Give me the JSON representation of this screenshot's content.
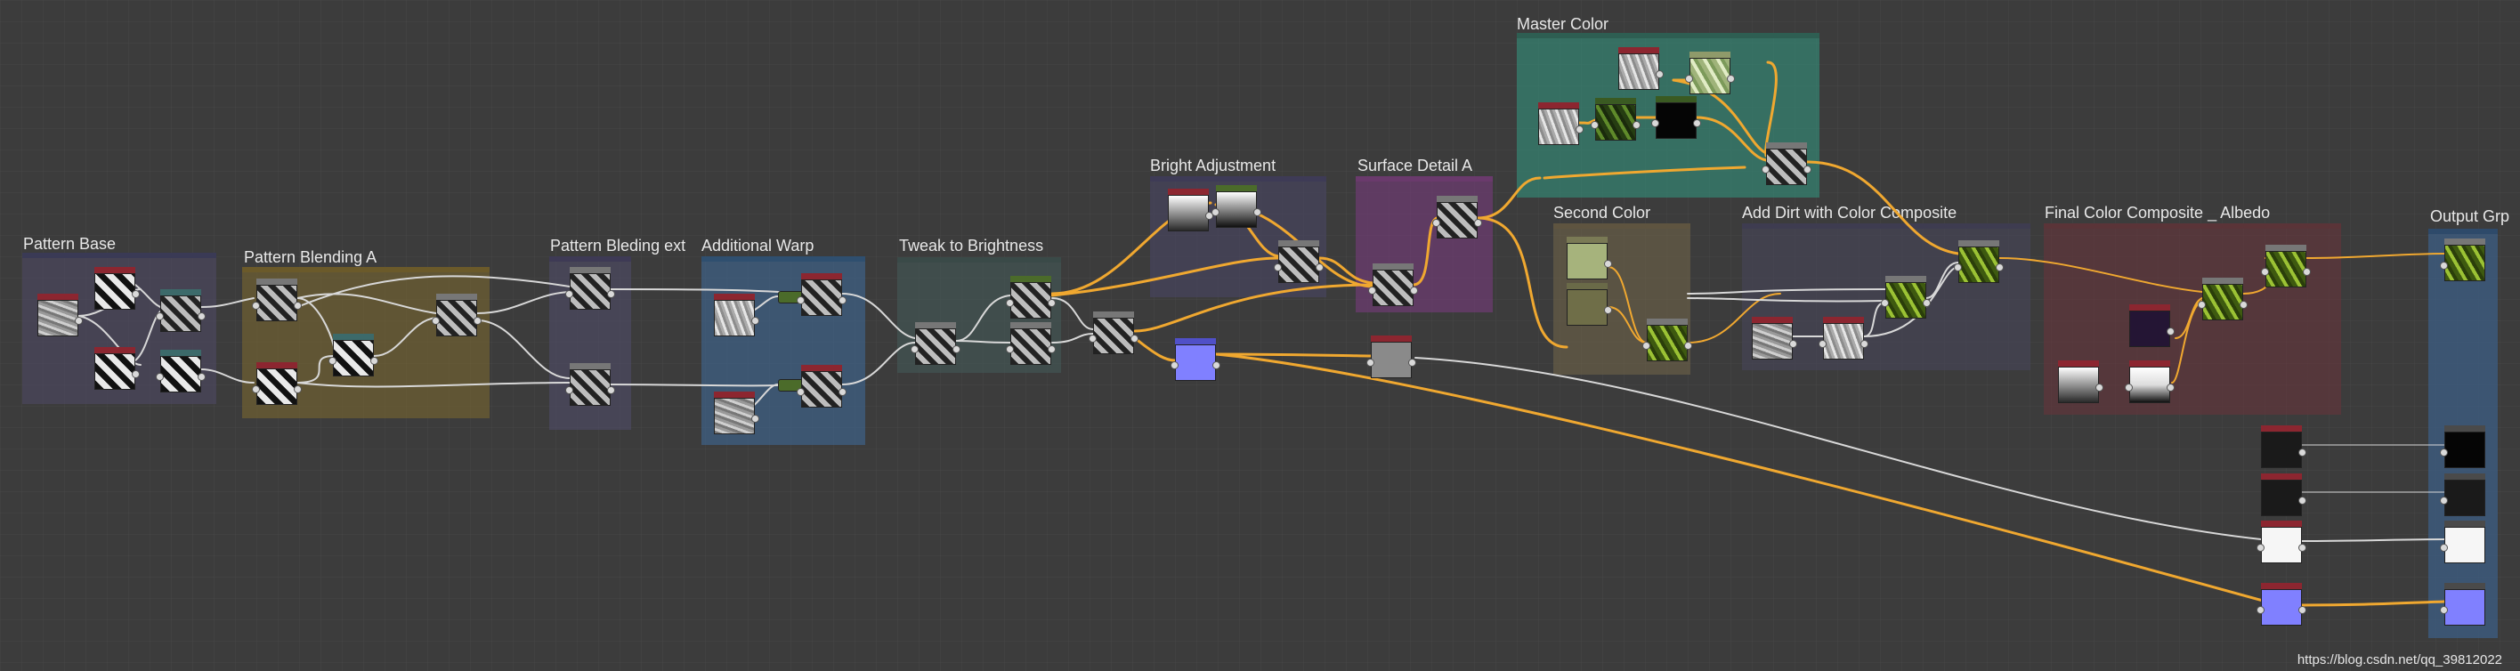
{
  "frames": {
    "pattern_base": "Pattern Base",
    "pattern_blending_a": "Pattern Blending A",
    "pattern_bleding_ext": "Pattern Bleding ext",
    "additional_warp": "Additional Warp",
    "tweak_to_brightness": "Tweak to Brightness",
    "bright_adjustment": "Bright Adjustment",
    "surface_detail_a": "Surface Detail A",
    "master_color": "Master Color",
    "second_color": "Second Color",
    "add_dirt": "Add Dirt with Color Composite",
    "final_color_composite": "Final Color Composite _ Albedo",
    "output_grp": "Output Grp"
  },
  "colors": {
    "wire_white": "#d8d8d8",
    "wire_orange": "#f0a830",
    "frame_pattern_base": "#3d3a4a",
    "frame_pattern_blending": "#665a30",
    "frame_pattern_ext": "#423d52",
    "frame_additional_warp": "#37506a",
    "frame_tweak": "#3c4846",
    "frame_bright": "#3e3b4f",
    "frame_surface": "#5c3b5e",
    "frame_master": "#2f6a5e",
    "frame_second": "#5a5240",
    "frame_dirt": "#41404d",
    "frame_final": "#573a3e",
    "frame_output": "#3d5a7a"
  },
  "watermark": "https://blog.csdn.net/qq_39812022"
}
